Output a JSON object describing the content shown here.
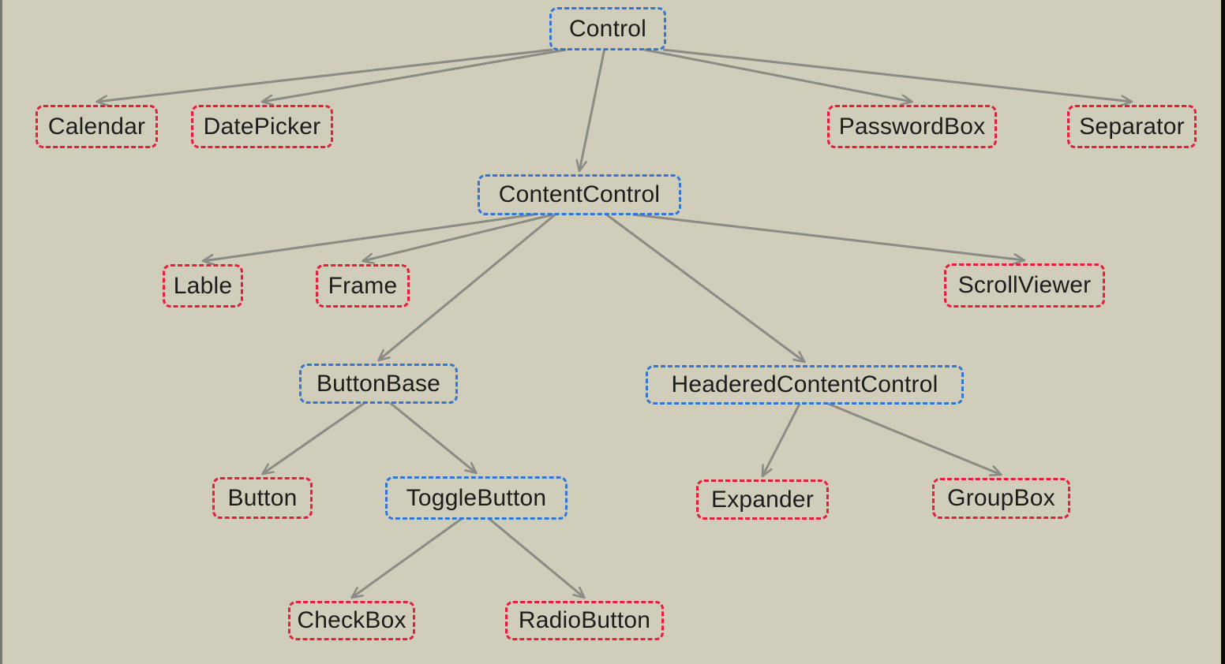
{
  "diagram": {
    "colors": {
      "background": "#d0cdbb",
      "abstract_node_border": "#3277d3",
      "concrete_node_border": "#e81d3c",
      "text": "#1c1c1c",
      "arrow": "#8b8b85",
      "left_edge_line": "#787870",
      "right_edge_line": "#0b0b0b"
    },
    "nodes": [
      {
        "id": "control",
        "label": "Control",
        "style": "blue-dashed"
      },
      {
        "id": "calendar",
        "label": "Calendar",
        "style": "red-dashed"
      },
      {
        "id": "datepicker",
        "label": "DatePicker",
        "style": "red-dashed"
      },
      {
        "id": "passwordbox",
        "label": "PasswordBox",
        "style": "red-dashed"
      },
      {
        "id": "separator",
        "label": "Separator",
        "style": "red-dashed"
      },
      {
        "id": "contentcontrol",
        "label": "ContentControl",
        "style": "blue-dashed"
      },
      {
        "id": "lable",
        "label": "Lable",
        "style": "red-dashed"
      },
      {
        "id": "frame",
        "label": "Frame",
        "style": "red-dashed"
      },
      {
        "id": "scrollviewer",
        "label": "ScrollViewer",
        "style": "red-dashed"
      },
      {
        "id": "buttonbase",
        "label": "ButtonBase",
        "style": "blue-dashed"
      },
      {
        "id": "headeredcontentcontrol",
        "label": "HeaderedContentControl",
        "style": "blue-dashed"
      },
      {
        "id": "button",
        "label": "Button",
        "style": "red-dashed"
      },
      {
        "id": "togglebutton",
        "label": "ToggleButton",
        "style": "blue-dashed"
      },
      {
        "id": "expander",
        "label": "Expander",
        "style": "red-dashed"
      },
      {
        "id": "groupbox",
        "label": "GroupBox",
        "style": "red-dashed"
      },
      {
        "id": "checkbox",
        "label": "CheckBox",
        "style": "red-dashed"
      },
      {
        "id": "radiobutton",
        "label": "RadioButton",
        "style": "red-dashed"
      }
    ],
    "edges": [
      {
        "from": "control",
        "to": "calendar"
      },
      {
        "from": "control",
        "to": "datepicker"
      },
      {
        "from": "control",
        "to": "contentcontrol"
      },
      {
        "from": "control",
        "to": "passwordbox"
      },
      {
        "from": "control",
        "to": "separator"
      },
      {
        "from": "contentcontrol",
        "to": "lable"
      },
      {
        "from": "contentcontrol",
        "to": "frame"
      },
      {
        "from": "contentcontrol",
        "to": "buttonbase"
      },
      {
        "from": "contentcontrol",
        "to": "headeredcontentcontrol"
      },
      {
        "from": "contentcontrol",
        "to": "scrollviewer"
      },
      {
        "from": "buttonbase",
        "to": "button"
      },
      {
        "from": "buttonbase",
        "to": "togglebutton"
      },
      {
        "from": "togglebutton",
        "to": "checkbox"
      },
      {
        "from": "togglebutton",
        "to": "radiobutton"
      },
      {
        "from": "headeredcontentcontrol",
        "to": "expander"
      },
      {
        "from": "headeredcontentcontrol",
        "to": "groupbox"
      }
    ]
  }
}
